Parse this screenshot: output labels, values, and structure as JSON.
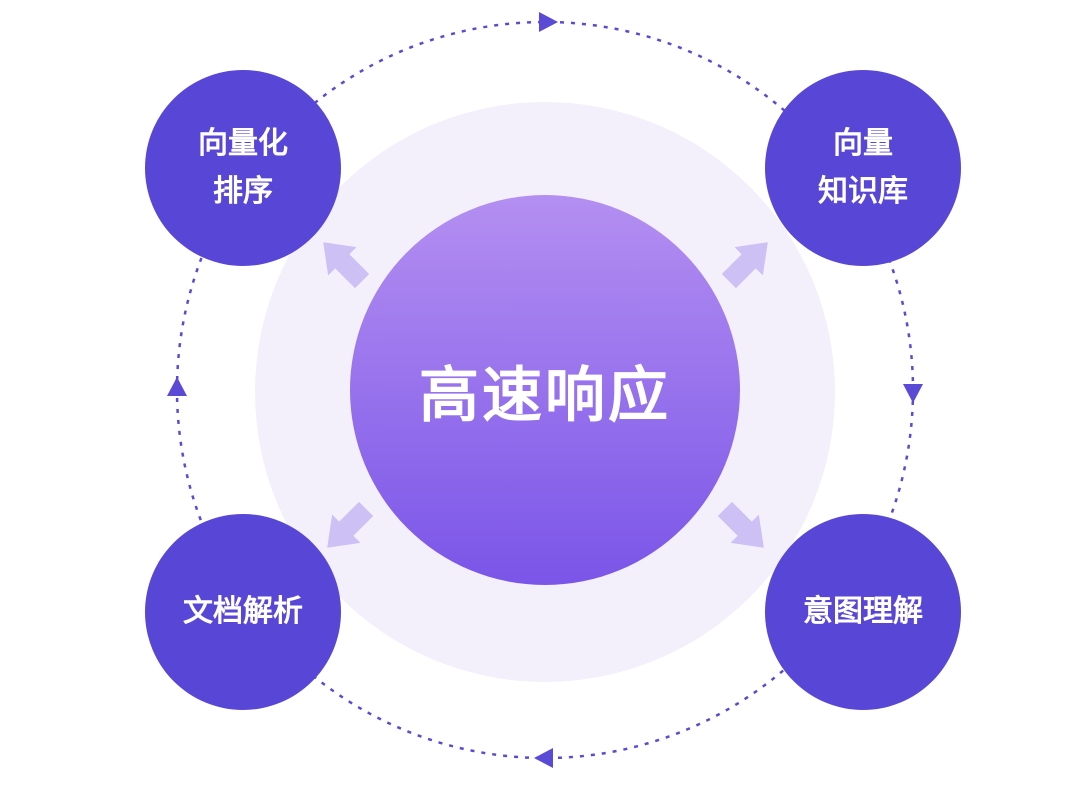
{
  "diagram": {
    "center": {
      "label": "高速响应"
    },
    "satellites": [
      {
        "id": "vectorize-sort",
        "lines": [
          "向量化",
          "排序"
        ]
      },
      {
        "id": "vector-knowledge-base",
        "lines": [
          "向量",
          "知识库"
        ]
      },
      {
        "id": "document-parsing",
        "lines": [
          "文档解析"
        ]
      },
      {
        "id": "intent-understanding",
        "lines": [
          "意图理解"
        ]
      }
    ]
  },
  "colors": {
    "satellite": "#5847d6",
    "orbit": "#5b4ad6",
    "halo": "#f3f0fb",
    "center_top": "#b48ff1",
    "center_bottom": "#7a55e8",
    "flow_arrow": "#ccc0f4",
    "text": "#ffffff"
  }
}
